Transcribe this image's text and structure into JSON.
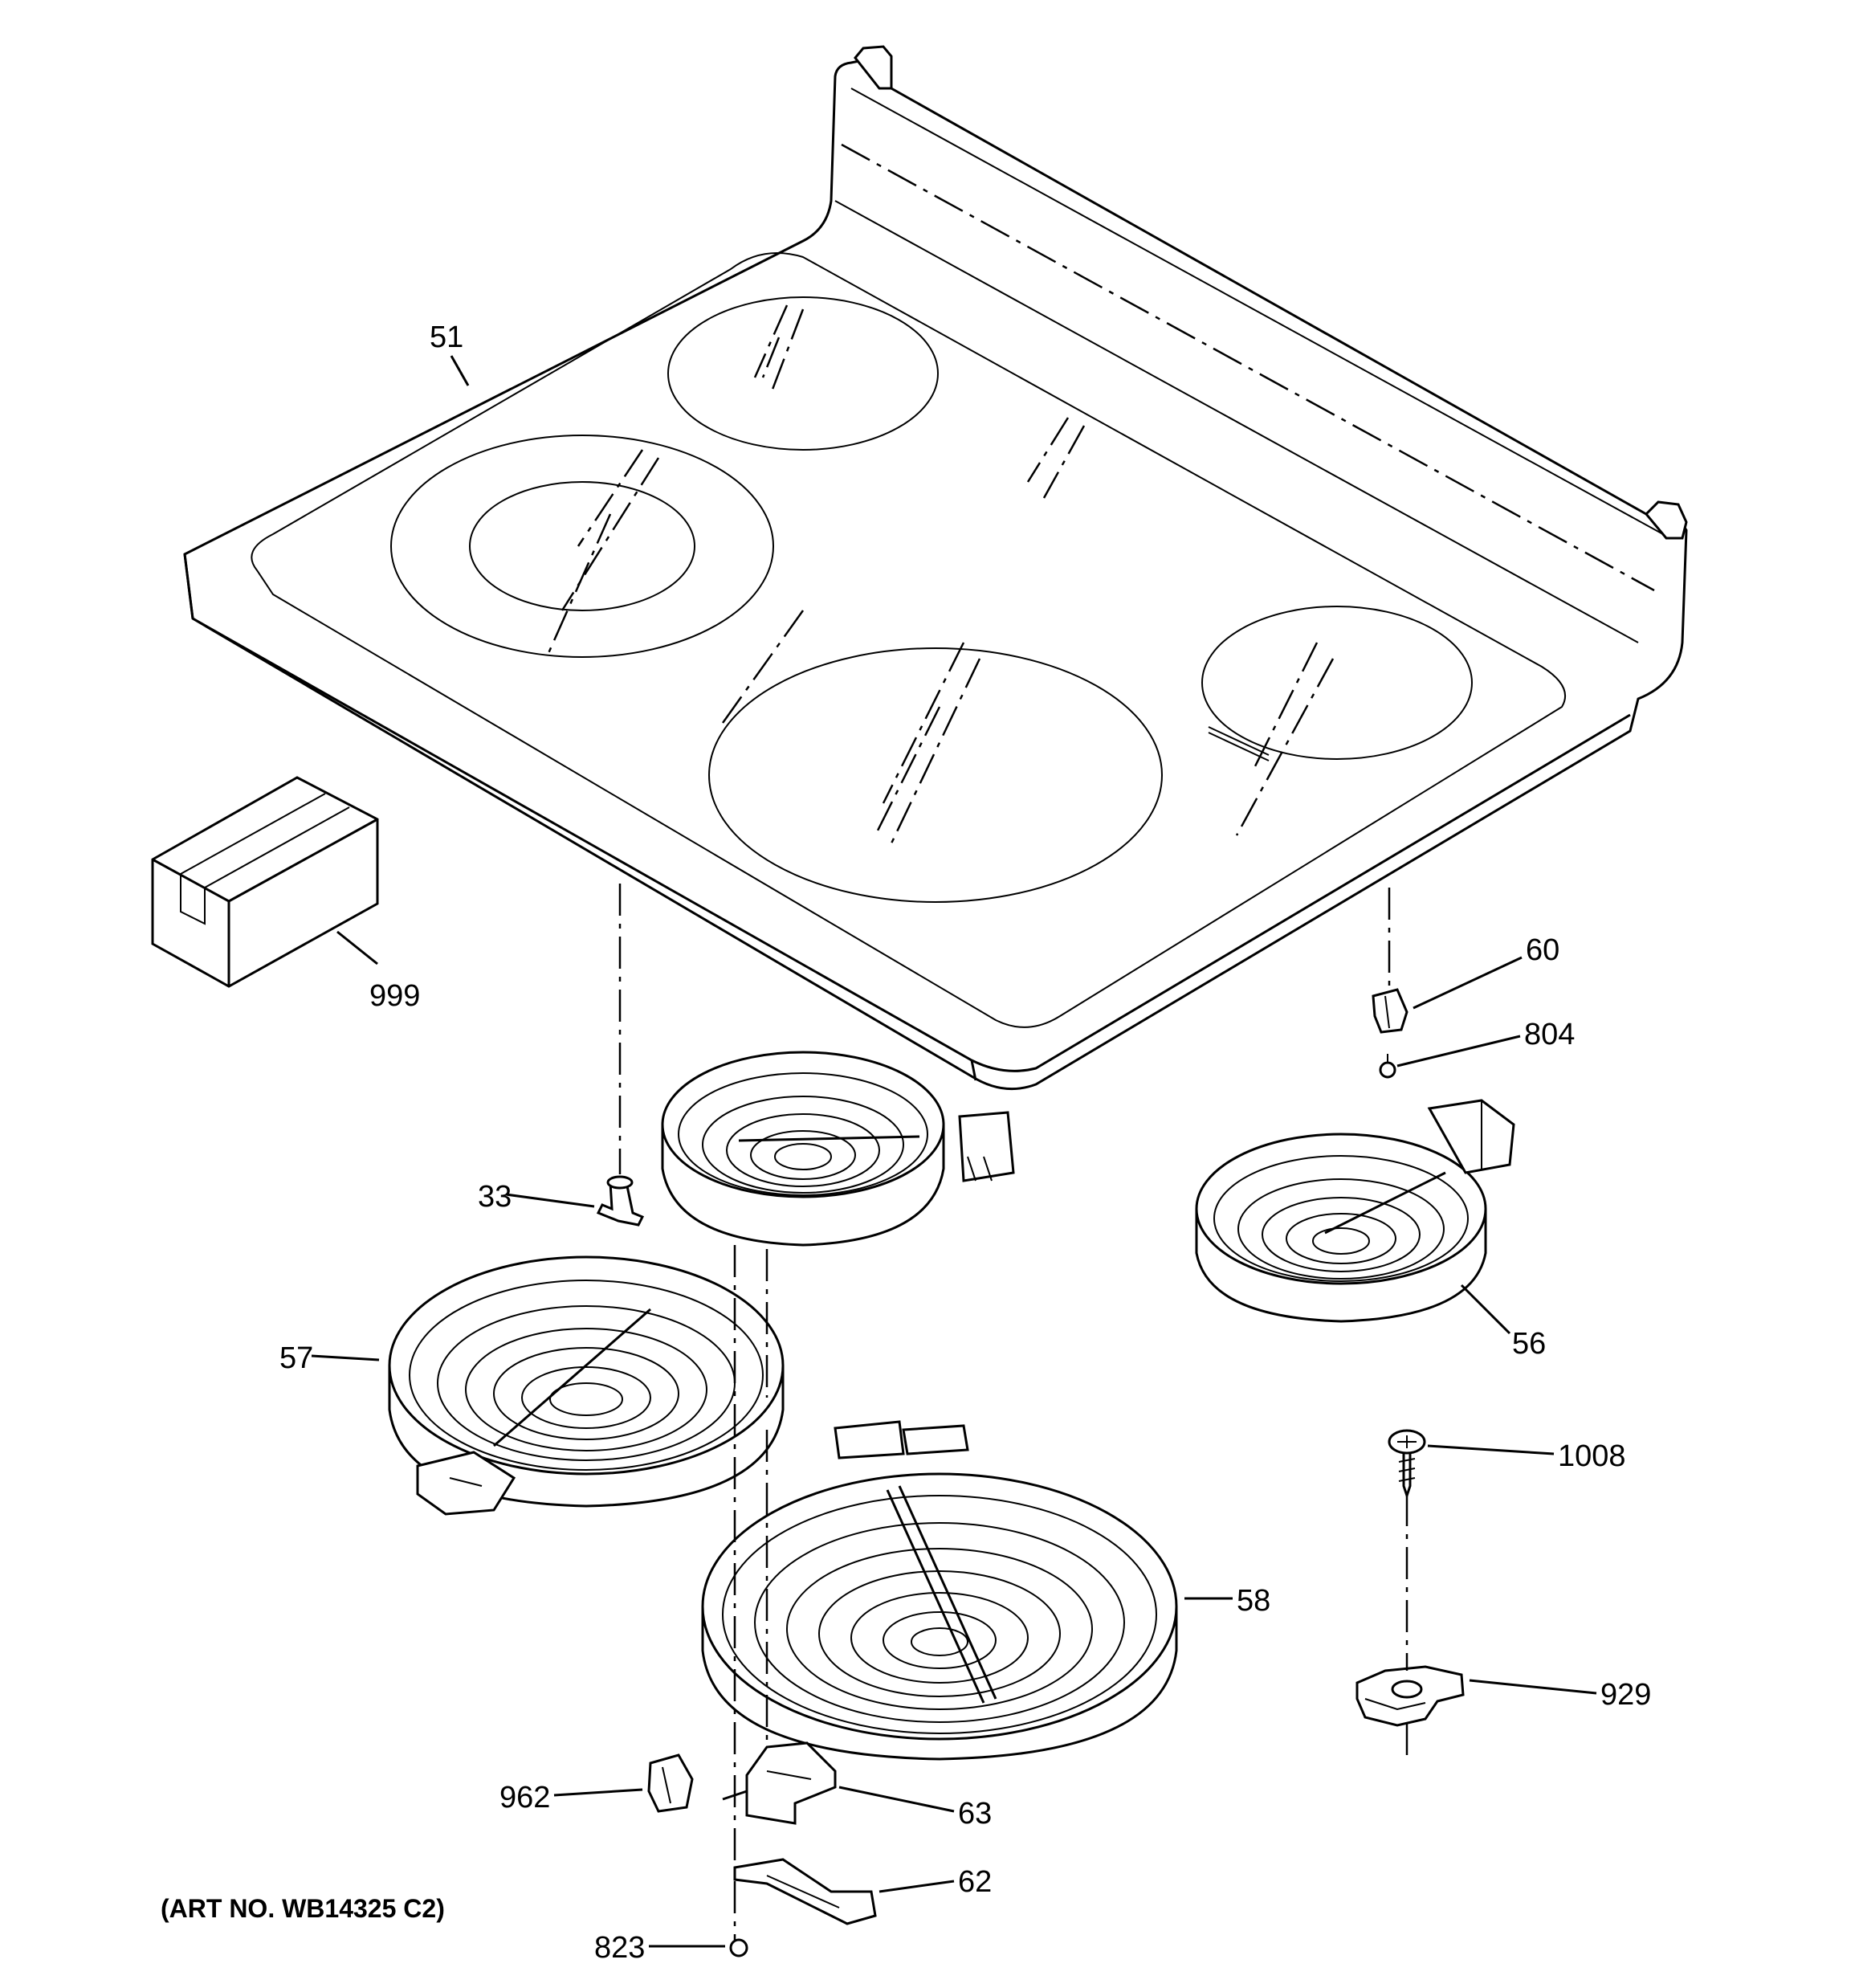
{
  "art_number": "(ART NO. WB14325 C2)",
  "callouts": {
    "c51": "51",
    "c999": "999",
    "c60": "60",
    "c804": "804",
    "c33": "33",
    "c56": "56",
    "c57": "57",
    "c1008": "1008",
    "c58": "58",
    "c929": "929",
    "c962": "962",
    "c63": "63",
    "c62": "62",
    "c823": "823"
  }
}
